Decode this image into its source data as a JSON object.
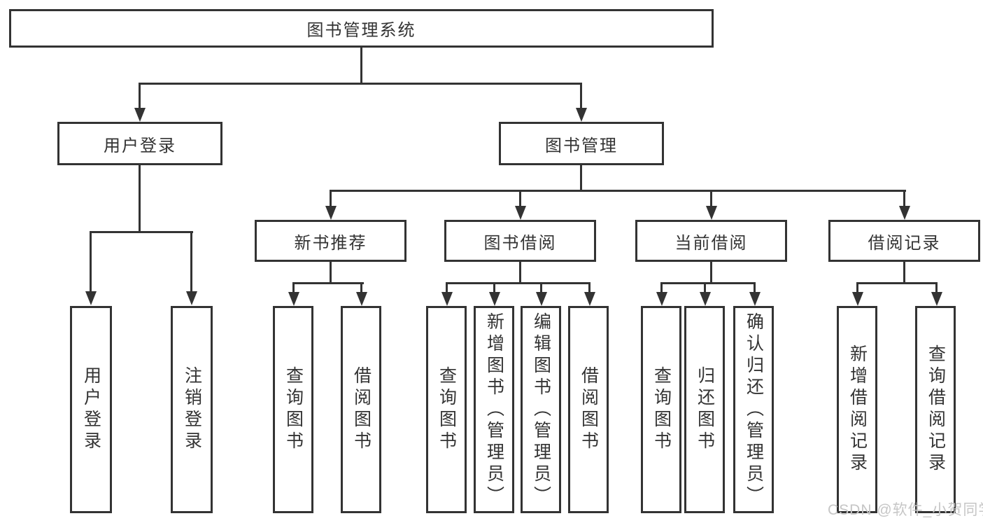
{
  "diagram": {
    "type": "hierarchy-tree",
    "root": "图书管理系统",
    "level2": [
      "用户登录",
      "图书管理"
    ],
    "level3": [
      "新书推荐",
      "图书借阅",
      "当前借阅",
      "借阅记录"
    ],
    "leaves": {
      "login": [
        "用户登录",
        "注销登录"
      ],
      "recommend": [
        "查询图书",
        "借阅图书"
      ],
      "borrow": [
        "查询图书",
        "新增图书（管理员）",
        "编辑图书（管理员）",
        "借阅图书"
      ],
      "current": [
        "查询图书",
        "归还图书",
        "确认归还（管理员）"
      ],
      "records": [
        "新增借阅记录",
        "查询借阅记录"
      ]
    }
  },
  "watermark": "CSDN @软件_小贺同学",
  "colors": {
    "line": "#333333",
    "text": "#333333",
    "watermark": "#c6c6c6",
    "background": "#ffffff"
  }
}
